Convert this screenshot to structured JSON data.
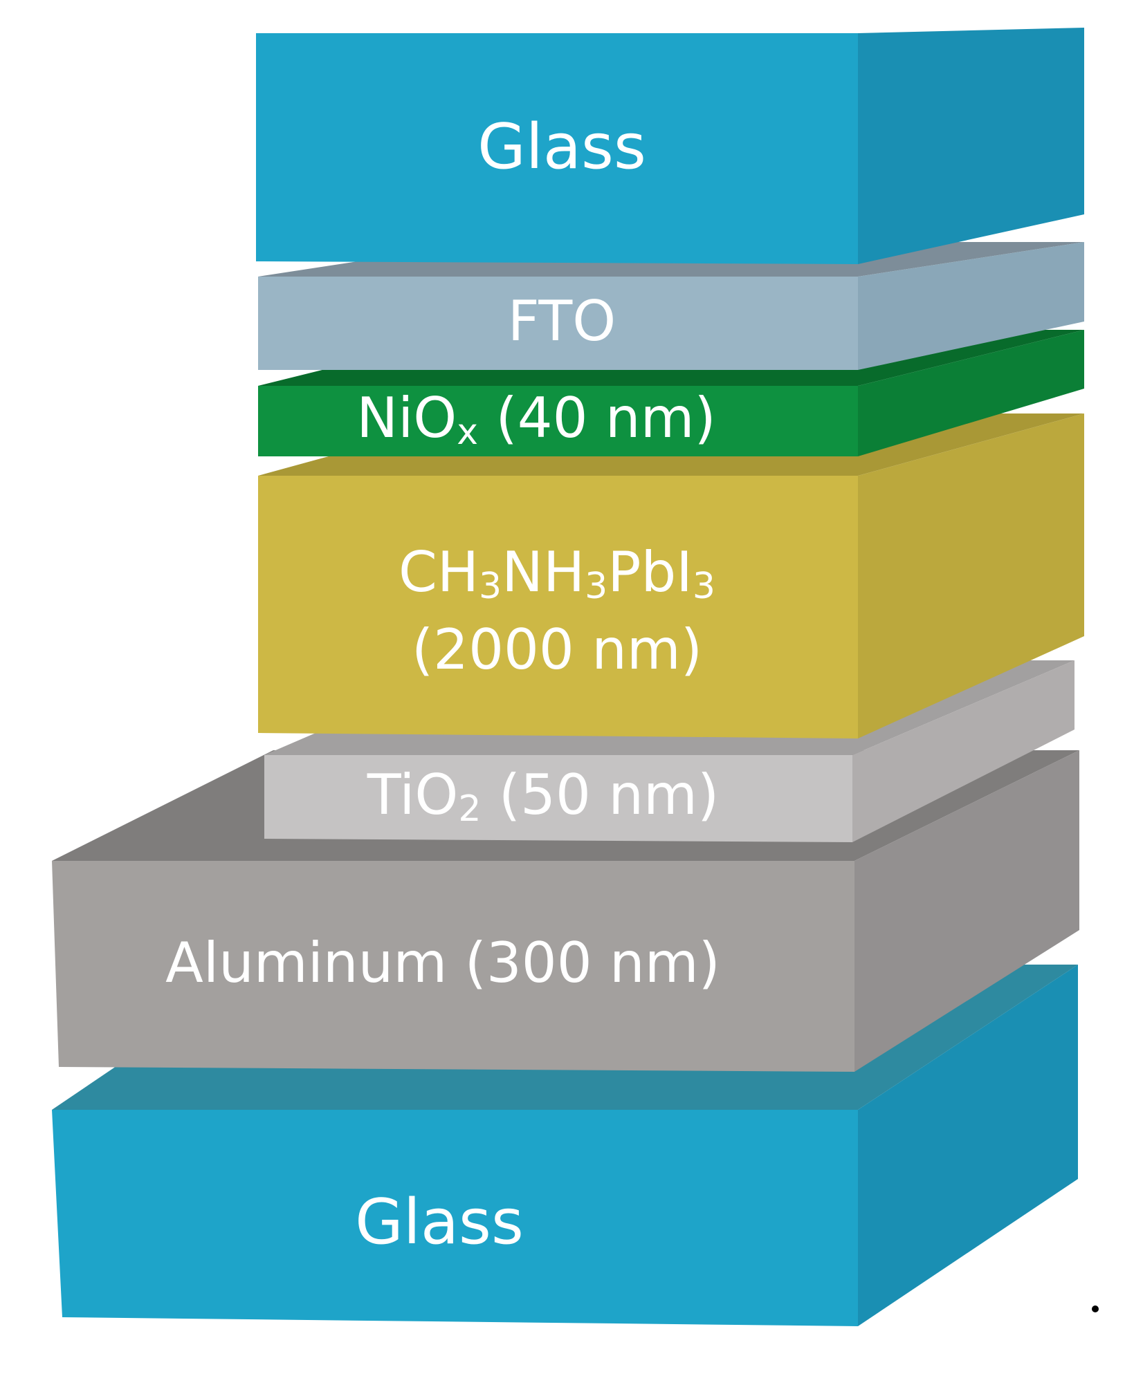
{
  "layers": {
    "glass_top": {
      "label": "Glass",
      "colors": {
        "front": "#1ea4c9",
        "side": "#1a8fb3",
        "top": "#2f6f86"
      }
    },
    "fto": {
      "label": "FTO",
      "colors": {
        "front": "#9ab5c5",
        "side": "#8aa7b8",
        "top": "#7d8d99"
      }
    },
    "niox": {
      "label_main": "NiO",
      "label_sub": "x",
      "label_rest": " (40 nm)",
      "colors": {
        "front": "#0e9140",
        "side": "#0b7f36",
        "top": "#086b2b"
      }
    },
    "perovskite": {
      "label_parts": [
        "CH",
        "3",
        "NH",
        "3",
        "PbI",
        "3"
      ],
      "label_line2": "(2000 nm)",
      "colors": {
        "front": "#cdb845",
        "side": "#bba83d",
        "top": "#a99836"
      }
    },
    "tio2": {
      "label_main": "TiO",
      "label_sub": "2",
      "label_rest": " (50 nm)",
      "colors": {
        "front": "#c5c3c3",
        "side": "#b0adad",
        "top": "#a2a0a0"
      }
    },
    "aluminum": {
      "label": "Aluminum (300 nm)",
      "colors": {
        "front": "#a3a09e",
        "side": "#939090",
        "top": "#7f7d7c"
      }
    },
    "glass_bottom": {
      "label": "Glass",
      "colors": {
        "front": "#1ea4c9",
        "side": "#1a8fb3",
        "top": "#2e8aa0"
      }
    }
  }
}
